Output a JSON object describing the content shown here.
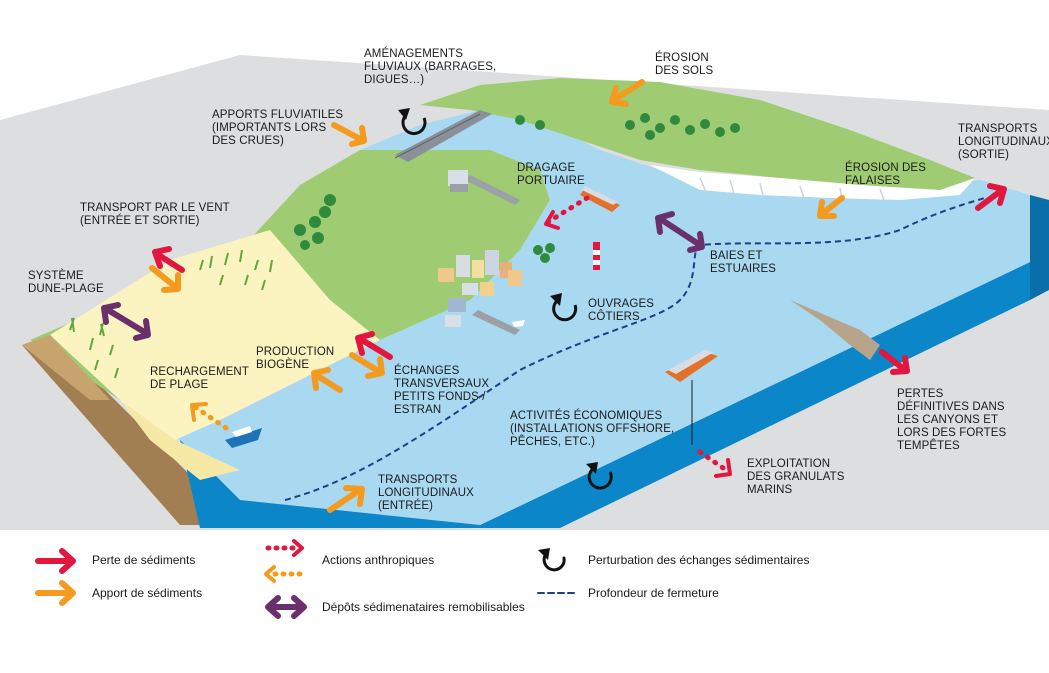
{
  "labels": {
    "amenagements": "AMÉNAGEMENTS\nFLUVIAUX (BARRAGES,\nDIGUES…)",
    "erosion_sols": "ÉROSION\nDES SOLS",
    "apports_fluviatiles": "APPORTS FLUVIATILES\n(IMPORTANTS LORS\nDES CRUES)",
    "transports_sortie": "TRANSPORTS\nLONGITUDINAUX\n(SORTIE)",
    "dragage": "DRAGAGE\nPORTUAIRE",
    "erosion_falaises": "ÉROSION DES\nFALAISES",
    "transport_vent": "TRANSPORT PAR LE VENT\n(ENTRÉE ET SORTIE)",
    "baies": "BAIES ET\nESTUAIRES",
    "systeme_dune": "SYSTÈME\nDUNE-PLAGE",
    "ouvrages": "OUVRAGES\nCÔTIERS",
    "production": "PRODUCTION\nBIOGÈNE",
    "rechargement": "RECHARGEMENT\nDE PLAGE",
    "echanges": "ÉCHANGES\nTRANSVERSAUX\nPETITS FONDS /\nESTRAN",
    "pertes": "PERTES\nDÉFINITIVES DANS\nLES CANYONS ET\nLORS DES FORTES\nTEMPÊTES",
    "activites": "ACTIVITÉS ÉCONOMIQUES\n(INSTALLATIONS OFFSHORE,\nPÊCHES, ETC.)",
    "exploitation": "EXPLOITATION\nDES GRANULATS\nMARINS",
    "transports_entree": "TRANSPORTS\nLONGITUDINAUX\n(ENTRÉE)"
  },
  "legend": {
    "perte": "Perte de sédiments",
    "apport": "Apport de sédiments",
    "actions": "Actions anthropiques",
    "depots": "Dépôts sédimenataires remobilisables",
    "perturbation": "Perturbation des échanges sédimentaires",
    "profondeur": "Profondeur de fermeture"
  },
  "colors": {
    "perte": "#e2173f",
    "apport": "#f39a1f",
    "depots": "#6b2f6e",
    "depth_line": "#1f3f86",
    "sea": "#a9d8f1",
    "deep_sea": "#0a86c9",
    "land": "#9fcc72",
    "sand": "#fbf4c0",
    "cliff": "#ffffff",
    "soil": "#a17f52"
  },
  "icons": {
    "perte": "right-arrow-icon",
    "apport": "right-arrow-icon",
    "actions": "dotted-double-arrow-icon",
    "depots": "double-arrow-icon",
    "perturbation": "circular-arrow-icon",
    "profondeur": "dashed-line-icon"
  }
}
